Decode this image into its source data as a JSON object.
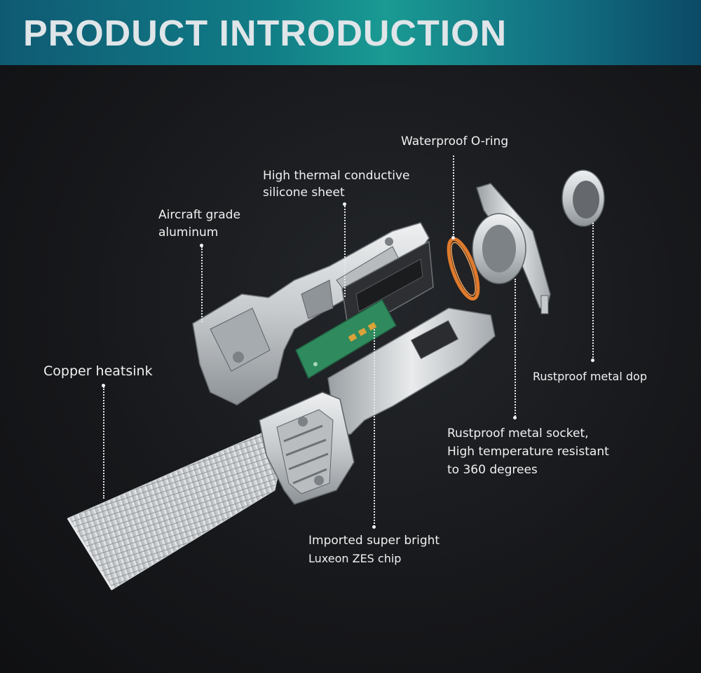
{
  "banner": {
    "title": "PRODUCT INTRODUCTION"
  },
  "labels": {
    "waterproof": "Waterproof O-ring",
    "silicone_1": "High thermal conductive",
    "silicone_2": "silicone sheet",
    "aluminum_1": "Aircraft grade",
    "aluminum_2": "aluminum",
    "copper": "Copper heatsink",
    "dop": "Rustproof metal dop",
    "socket_1": "Rustproof metal socket,",
    "socket_2": "High temperature resistant",
    "socket_3": "to 360 degrees",
    "chip_1": "Imported super bright",
    "chip_2": "Luxeon ZES chip"
  },
  "colors": {
    "banner_teal": "#117d86",
    "o_ring": "#e07a2c",
    "pcb": "#2f8a5e",
    "metal": "#cfd2d4"
  }
}
